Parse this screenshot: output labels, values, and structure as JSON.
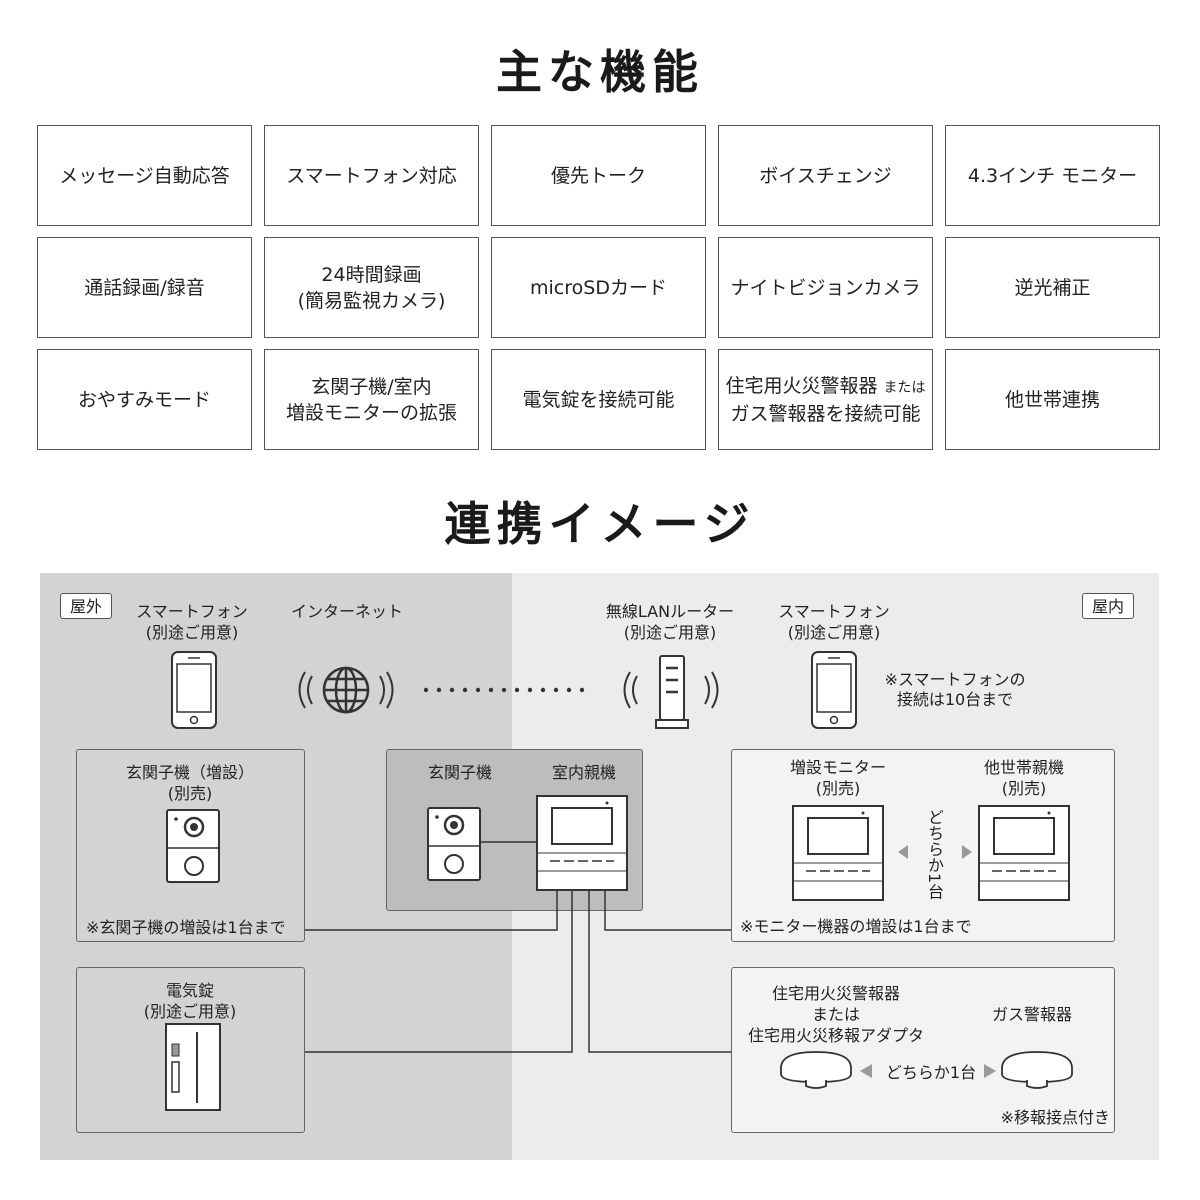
{
  "features": {
    "title": "主な機能",
    "items": [
      "メッセージ自動応答",
      "スマートフォン対応",
      "優先トーク",
      "ボイスチェンジ",
      "4.3インチ モニター",
      "通話録画/録音",
      "24時間録画\n(簡易監視カメラ)",
      "microSDカード",
      "ナイトビジョンカメラ",
      "逆光補正",
      "おやすみモード",
      "玄関子機/室内\n増設モニターの拡張",
      "電気錠を接続可能",
      "住宅用火災警報器",
      "他世帯連携"
    ],
    "item14_suffix": "または",
    "item14_line2": "ガス警報器を接続可能"
  },
  "diagram": {
    "title": "連携イメージ",
    "outdoor_tag": "屋外",
    "indoor_tag": "屋内",
    "smartphone_out": "スマートフォン\n(別途ご用意)",
    "internet": "インターネット",
    "router": "無線LANルーター\n(別途ご用意)",
    "smartphone_in": "スマートフォン\n(別途ご用意)",
    "smartphone_note": "※スマートフォンの\n接続は10台まで",
    "door_extra": "玄関子機（増設）\n(別売)",
    "door_extra_note": "※玄関子機の増設は1台まで",
    "door_main": "玄関子機",
    "indoor_main": "室内親機",
    "extra_monitor": "増設モニター\n(別売)",
    "other_household": "他世帯親機\n(別売)",
    "either_one_vertical": "どちらか1台",
    "monitor_note": "※モニター機器の増設は1台まで",
    "electric_lock": "電気錠\n(別途ご用意)",
    "fire_alarm": "住宅用火災警報器\nまたは\n住宅用火災移報アダプタ",
    "gas_alarm": "ガス警報器",
    "either_one": "どちらか1台",
    "alarm_note": "※移報接点付き"
  }
}
